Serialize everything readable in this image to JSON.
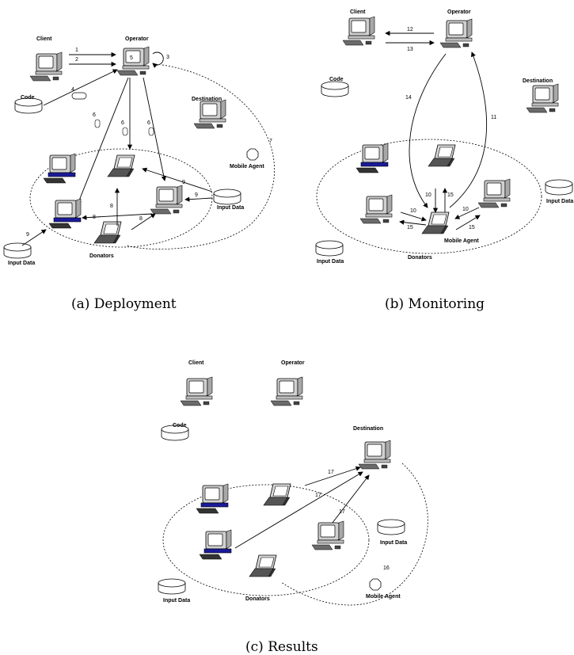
{
  "labels": {
    "client": "Client",
    "operator": "Operator",
    "destination": "Destination",
    "code": "Code",
    "donators": "Donators",
    "input_data": "Input Data",
    "mobile_agent": "Mobile Agent"
  },
  "numbers": {
    "n1": "1",
    "n2": "2",
    "n3": "3",
    "n4": "4",
    "n5": "5",
    "n6": "6",
    "n7": "7",
    "n8": "8",
    "n9": "9",
    "n10": "10",
    "n11": "11",
    "n12": "12",
    "n13": "13",
    "n14": "14",
    "n15": "15",
    "n16": "16",
    "n17": "17"
  },
  "captions": {
    "a": "(a) Deployment",
    "b": "(b) Monitoring",
    "c": "(c) Results"
  },
  "colors": {
    "screen_blue": "#1a1a99",
    "monitor": "#cfcfcf",
    "outline": "#000000"
  },
  "icons": [
    "desktop-computer-icon",
    "laptop-icon",
    "database-disk-icon",
    "octagon-agent-icon",
    "code-capsule-icon"
  ]
}
